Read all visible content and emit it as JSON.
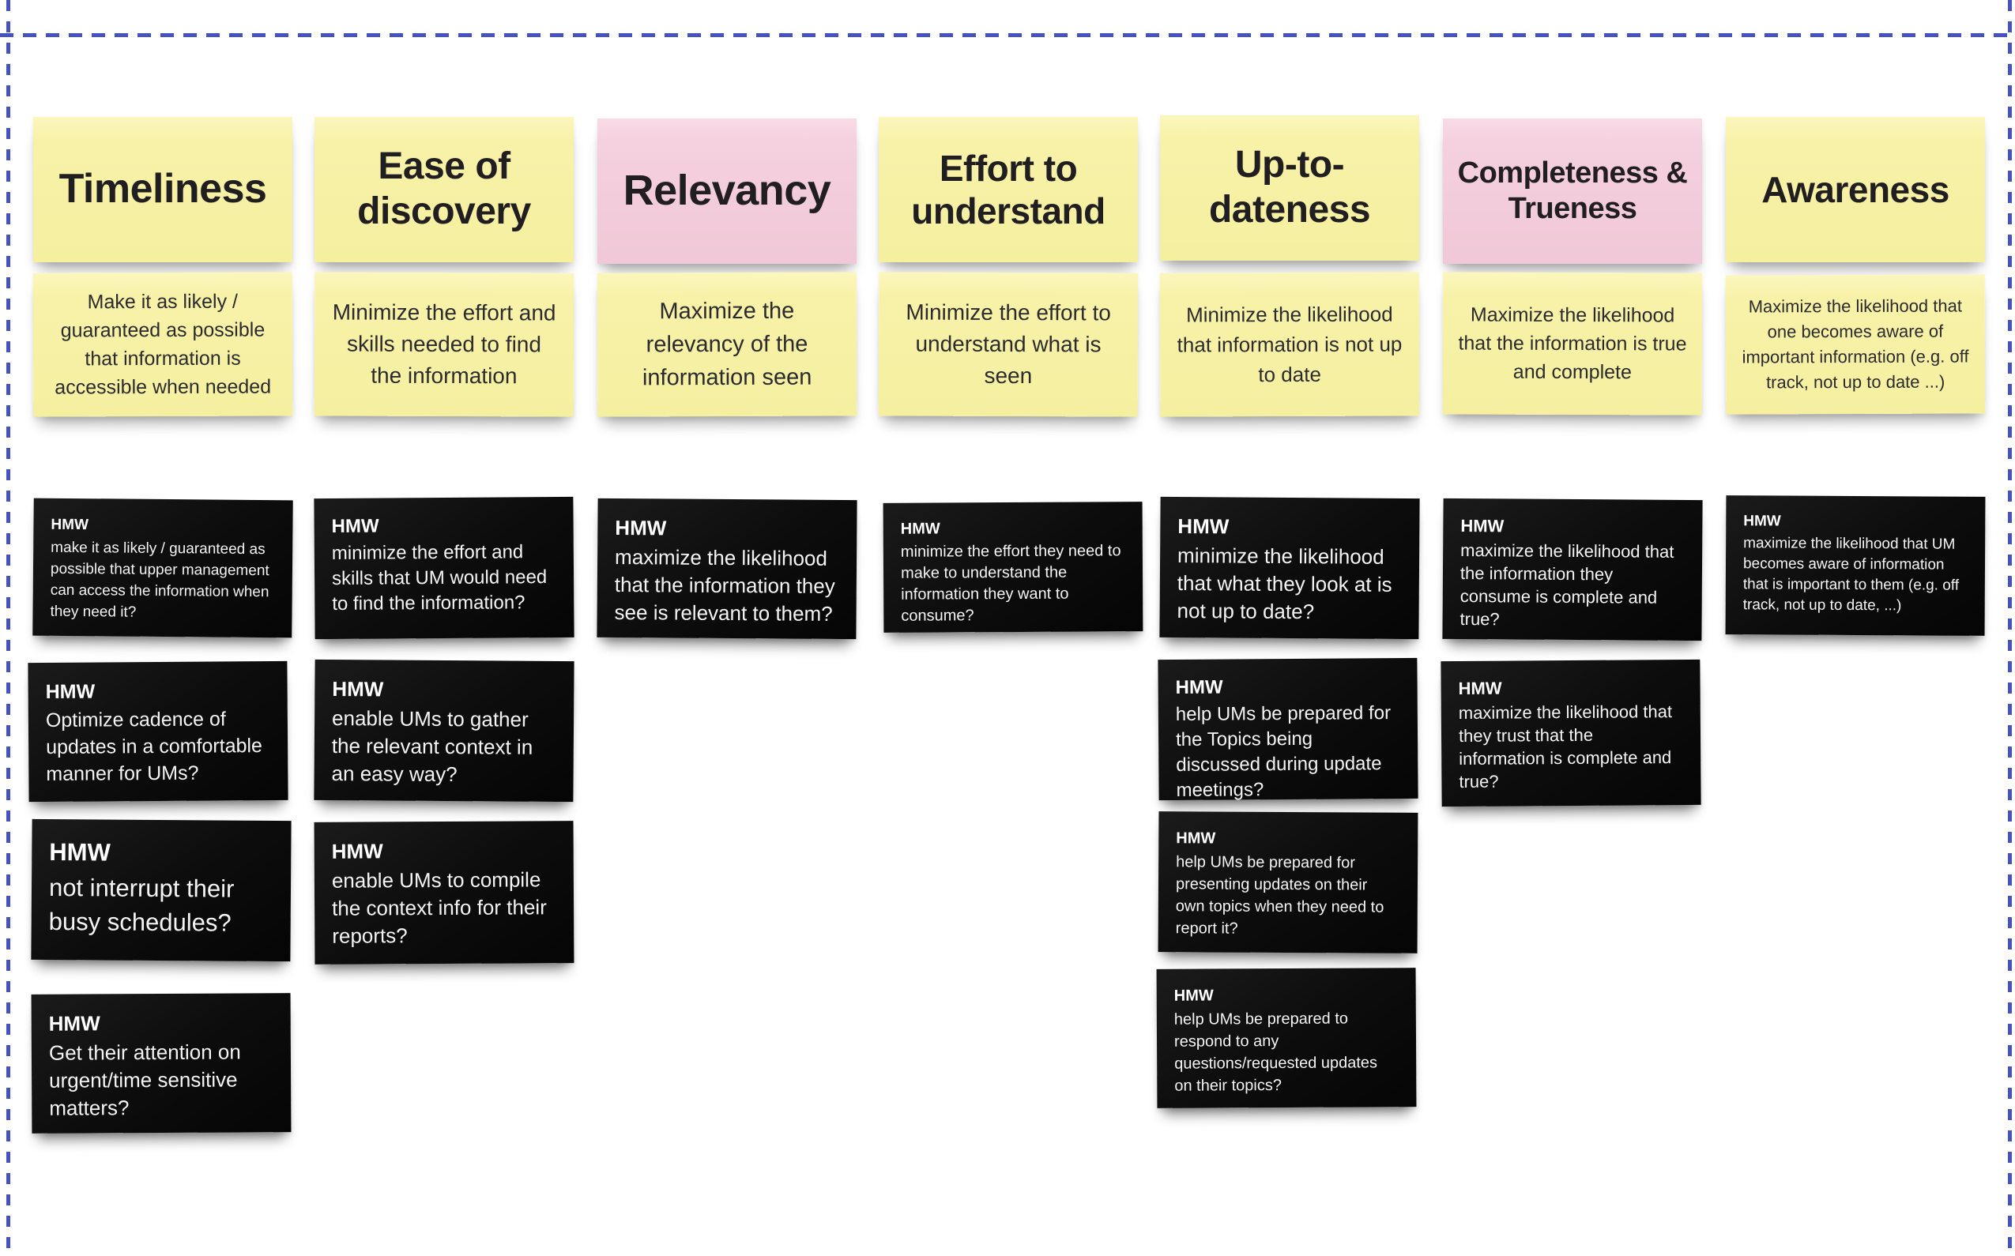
{
  "hmw_label": "HMW",
  "colors": {
    "yellow_note": "#f8f2a9",
    "pink_note": "#f5d0de",
    "dark_note": "#0d0d0d",
    "frame_border": "#4553c0",
    "background": "#ffffff"
  },
  "columns": [
    {
      "header": "Timeliness",
      "description": "Make it as likely / guaranteed as possible that information is accessible when needed",
      "notes": [
        "make it as likely / guaranteed as possible that upper management can access the information when they need it?",
        "Optimize cadence of updates in a comfortable manner for UMs?",
        "not interrupt their busy schedules?",
        "Get their attention on urgent/time sensitive matters?"
      ]
    },
    {
      "header": "Ease of discovery",
      "description": "Minimize the effort and skills needed to find the information",
      "notes": [
        "minimize the effort and skills that UM would need to find the information?",
        "enable UMs to gather the relevant context in an easy way?",
        "enable UMs to compile the context info for their reports?"
      ]
    },
    {
      "header": "Relevancy",
      "description": "Maximize the relevancy of the information seen",
      "notes": [
        "maximize the likelihood that the information they see is relevant to them?"
      ]
    },
    {
      "header": "Effort to understand",
      "description": "Minimize the effort to understand what is seen",
      "notes": [
        "minimize the effort they need to make to understand the information they want to consume?"
      ]
    },
    {
      "header": "Up-to-dateness",
      "description": "Minimize the likelihood that information is not up to date",
      "notes": [
        "minimize the likelihood that what they look at is not up to date?",
        "help UMs be prepared for the Topics being discussed during update meetings?",
        "help UMs be prepared for presenting updates on their own topics when they need to report it?",
        "help UMs be prepared to respond to any questions/requested updates on their topics?"
      ]
    },
    {
      "header": "Completeness & Trueness",
      "description": "Maximize the likelihood that the information is true and complete",
      "notes": [
        "maximize the likelihood that the information they consume is complete and true?",
        "maximize the likelihood that they trust that the information is complete and true?"
      ]
    },
    {
      "header": "Awareness",
      "description": "Maximize the likelihood that one becomes aware of important information (e.g. off track, not up to date ...)",
      "notes": [
        "maximize the likelihood that UM becomes aware of information that is important to them (e.g. off track, not up to date, ...)"
      ]
    }
  ]
}
